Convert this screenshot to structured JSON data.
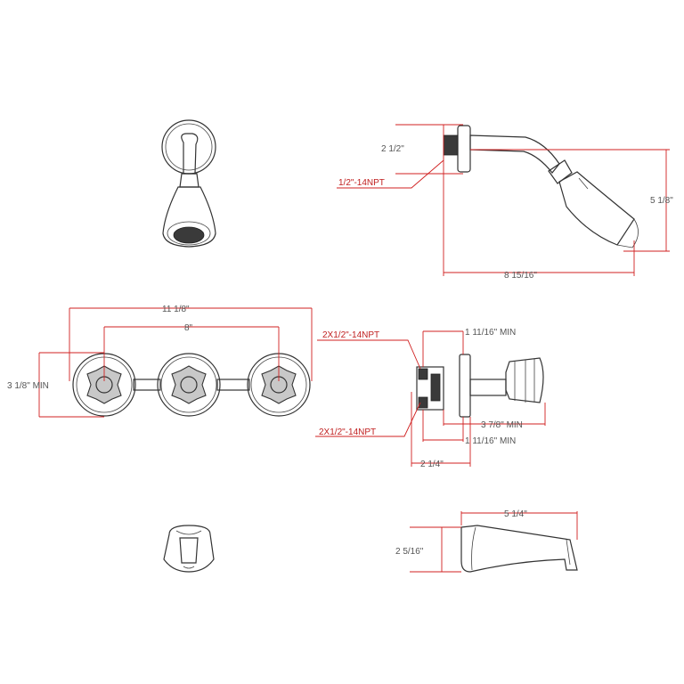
{
  "diagram": {
    "colors": {
      "dimension_line": "#d02020",
      "outline": "#333333",
      "label_red": "#c02020",
      "label_gray": "#555555"
    },
    "shower_head_side": {
      "height": "2 1/2\"",
      "thread": "1/2\"-14NPT",
      "drop": "5 1/8\"",
      "reach": "8 15/16\""
    },
    "valve_front": {
      "overall_width": "11 1/8\"",
      "center_spacing": "8\"",
      "height": "3 1/8\" MIN"
    },
    "valve_side": {
      "top_port": "2X1/2\"-14NPT",
      "bottom_port": "2X1/2\"-14NPT",
      "depth_top": "1 11/16\" MIN",
      "depth_handle": "3 7/8\" MIN",
      "depth_bottom": "1 11/16\" MIN",
      "body_width": "2 1/4\""
    },
    "tub_spout": {
      "length": "5 1/4\"",
      "height": "2 5/16\""
    }
  }
}
